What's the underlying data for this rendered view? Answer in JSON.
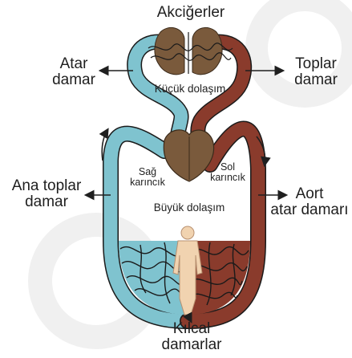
{
  "diagram": {
    "labels": {
      "lungs": "Akciğerler",
      "pulmonary_artery_line1": "Atar",
      "pulmonary_artery_line2": "damar",
      "pulmonary_vein_line1": "Toplar",
      "pulmonary_vein_line2": "damar",
      "pulmonary_circulation": "Küçük dolaşım",
      "right_ventricle_line1": "Sağ",
      "right_ventricle_line2": "karıncık",
      "left_ventricle_line1": "Sol",
      "left_ventricle_line2": "karıncık",
      "vena_cava_line1": "Ana toplar",
      "vena_cava_line2": "damar",
      "aorta_line1": "Aort",
      "aorta_line2": "atar damarı",
      "systemic_circulation": "Büyük dolaşım",
      "capillaries_line1": "Kılcal",
      "capillaries_line2": "damarlar"
    },
    "colors": {
      "deoxygenated": "#7fc3cf",
      "oxygenated": "#8a3b2c",
      "organ": "#7a5a3c",
      "body": "#f1d3b0",
      "capillary_lines": "#1a1a1a",
      "text": "#1f1f1f"
    }
  }
}
